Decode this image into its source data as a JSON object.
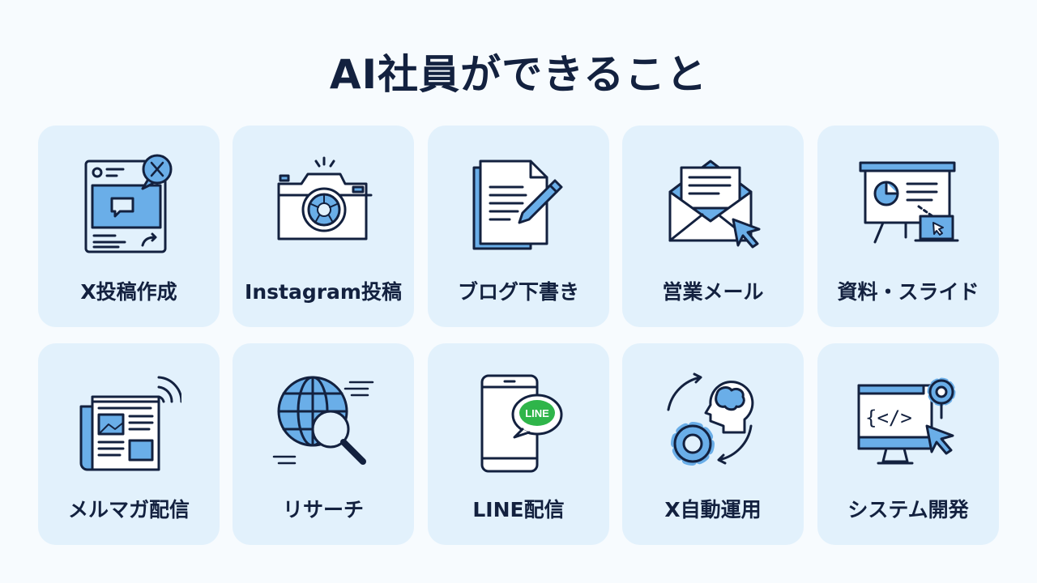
{
  "title": "AI社員ができること",
  "colors": {
    "navy": "#13213f",
    "accent": "#6aaee8",
    "card": "#e2f1fc",
    "line_green": "#2fb54a"
  },
  "cards": [
    {
      "label": "X投稿作成",
      "icon": "x-post-icon"
    },
    {
      "label": "Instagram投稿",
      "icon": "camera-icon"
    },
    {
      "label": "ブログ下書き",
      "icon": "document-pen-icon"
    },
    {
      "label": "営業メール",
      "icon": "envelope-cursor-icon"
    },
    {
      "label": "資料・スライド",
      "icon": "presentation-icon"
    },
    {
      "label": "メルマガ配信",
      "icon": "newsletter-icon"
    },
    {
      "label": "リサーチ",
      "icon": "globe-search-icon"
    },
    {
      "label": "LINE配信",
      "icon": "phone-line-icon",
      "badge": "LINE"
    },
    {
      "label": "X自動運用",
      "icon": "brain-gear-cycle-icon"
    },
    {
      "label": "システム開発",
      "icon": "monitor-code-icon",
      "code": "{</>"
    }
  ]
}
